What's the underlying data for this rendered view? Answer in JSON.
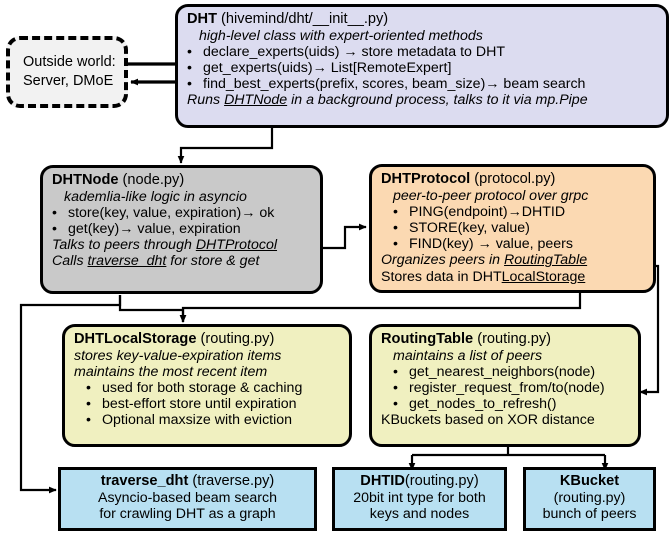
{
  "title": "hivemind DHT architecture diagram",
  "colors": {
    "dht": "#dcdcf0",
    "dhtnode": "#c9c9c9",
    "dhtprotocol": "#fbd9b2",
    "storage": "#f0f0c0",
    "leaf": "#b8e0f2",
    "outside": "#f2f2f2",
    "stroke": "#000000"
  },
  "nodes": {
    "outside_world": {
      "name": "outside-world",
      "line1": "Outside world:",
      "line2": "Server, DMoE"
    },
    "dht": {
      "title_bold": "DHT",
      "title_rest": " (hivemind/dht/__init__.py)",
      "subtitle": "high-level class with expert-oriented methods",
      "bullets": [
        "declare_experts(uids) → store metadata to DHT",
        "get_experts(uids)→ List[RemoteExpert]",
        "find_best_experts(prefix, scores, beam_size)→ beam search"
      ],
      "footer_pre": "Runs ",
      "footer_link": "DHTNode",
      "footer_post": " in a background process, talks to it via mp.Pipe"
    },
    "dhtnode": {
      "title_bold": "DHTNode",
      "title_rest": " (node.py)",
      "subtitle": "kademlia-like logic in asyncio",
      "bullets": [
        "store(key, value, expiration)→ ok",
        "get(key)→ value, expiration"
      ],
      "footer1_pre": "Talks to peers through ",
      "footer1_link": "DHTProtocol",
      "footer2_pre": "Calls ",
      "footer2_link": "traverse_dht",
      "footer2_post": " for store & get"
    },
    "dhtprotocol": {
      "title_bold": "DHTProtocol",
      "title_rest": " (protocol.py)",
      "subtitle": "peer-to-peer protocol over grpc",
      "bullets": [
        "PING(endpoint)→DHTID",
        "STORE(key, value)",
        "FIND(key) →  value, peers"
      ],
      "footer1_pre": "Organizes peers in ",
      "footer1_link": "RoutingTable",
      "footer2_pre": "Stores data in DHT",
      "footer2_link": "LocalStorage"
    },
    "dhtlocalstorage": {
      "title_bold": "DHTLocalStorage",
      "title_rest": " (routing.py)",
      "subtitle1": "stores key-value-expiration items",
      "subtitle2": "maintains the most recent item",
      "bullets": [
        "used for both storage & caching",
        "best-effort store until expiration",
        "Optional maxsize with eviction"
      ]
    },
    "routingtable": {
      "title_bold": "RoutingTable",
      "title_rest": " (routing.py)",
      "subtitle": "maintains a list of peers",
      "bullets": [
        "get_nearest_neighbors(node)",
        "register_request_from/to(node)",
        "get_nodes_to_refresh()"
      ],
      "footer": "KBuckets based on XOR distance"
    },
    "traverse_dht": {
      "title_bold": "traverse_dht",
      "title_rest": " (traverse.py)",
      "line2": "Asyncio-based beam search",
      "line3": "for crawling DHT as a graph"
    },
    "dhtid": {
      "title_bold": "DHTID",
      "title_rest": "(routing.py)",
      "line2": "20bit int type for both",
      "line3": "keys and nodes"
    },
    "kbucket": {
      "title_bold": "KBucket",
      "line2": "(routing.py)",
      "line3": "bunch of peers"
    }
  },
  "edges": [
    {
      "name": "outside-to-dht",
      "from": "outside_world",
      "to": "dht",
      "style": "arrow-right"
    },
    {
      "name": "dht-to-outside",
      "from": "dht",
      "to": "outside_world",
      "style": "arrow-left"
    },
    {
      "name": "dht-to-dhtnode",
      "from": "dht",
      "to": "dhtnode",
      "style": "elbow-down"
    },
    {
      "name": "dhtnode-to-dhtprotocol",
      "from": "dhtnode",
      "to": "dhtprotocol",
      "style": "elbow-right"
    },
    {
      "name": "dhtnode-to-dhtlocalstorage",
      "from": "dhtnode",
      "to": "dhtlocalstorage",
      "style": "elbow-down"
    },
    {
      "name": "dhtnode-to-traverse-dht",
      "from": "dhtnode",
      "to": "traverse_dht",
      "style": "elbow-left-down"
    },
    {
      "name": "dhtprotocol-to-dhtlocalstorage",
      "from": "dhtprotocol",
      "to": "dhtlocalstorage",
      "style": "elbow-down"
    },
    {
      "name": "dhtprotocol-to-routingtable",
      "from": "dhtprotocol",
      "to": "routingtable",
      "style": "elbow-right-down"
    },
    {
      "name": "routingtable-to-dhtid",
      "from": "routingtable",
      "to": "dhtid",
      "style": "fork-down"
    },
    {
      "name": "routingtable-to-kbucket",
      "from": "routingtable",
      "to": "kbucket",
      "style": "fork-down"
    }
  ]
}
